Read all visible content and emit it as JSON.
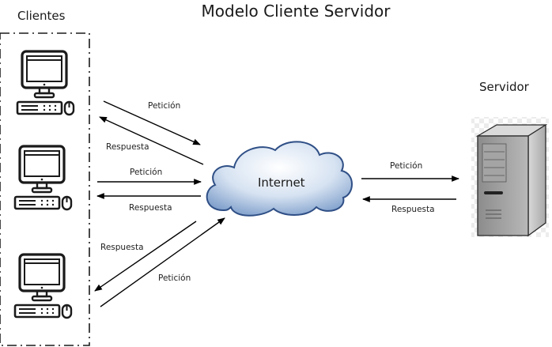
{
  "title": "Modelo Cliente Servidor",
  "clients": {
    "label": "Clientes",
    "computers": [
      {
        "id": "client-1"
      },
      {
        "id": "client-2"
      },
      {
        "id": "client-3"
      }
    ]
  },
  "internet": {
    "label": "Internet"
  },
  "server": {
    "label": "Servidor"
  },
  "arrows": {
    "client1_request": "Petición",
    "client1_response": "Respuesta",
    "client2_request": "Petición",
    "client2_response": "Respuesta",
    "client3_response": "Respuesta",
    "client3_request": "Petición",
    "server_request": "Petición",
    "server_response": "Respuesta"
  },
  "colors": {
    "cloud_fill_light": "#ffffff",
    "cloud_fill_dark": "#8fb0d6",
    "cloud_stroke": "#2f4f86",
    "server_body": "#9a9a9a",
    "line": "#000000"
  }
}
